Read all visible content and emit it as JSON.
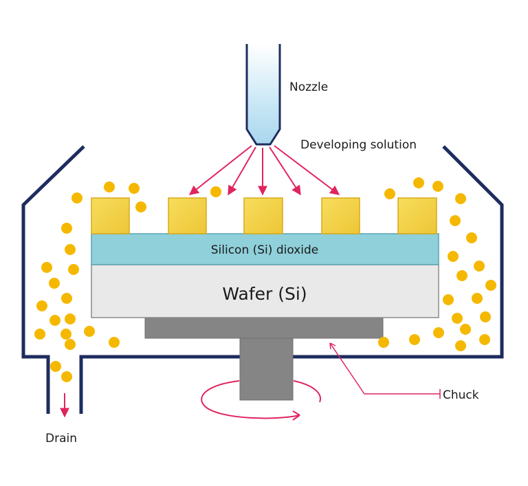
{
  "labels": {
    "nozzle": "Nozzle",
    "developing_solution": "Developing solution",
    "silicon_dioxide": "Silicon (Si) dioxide",
    "wafer": "Wafer (Si)",
    "chuck": "Chuck",
    "drain": "Drain"
  },
  "colors": {
    "chamber": "#1e2c5e",
    "arrows": "#e0245e",
    "droplets": "#f5b800",
    "resist": "#f2d34a",
    "oxide": "#8fd0da",
    "wafer": "#e9e9e9",
    "chuck": "#858585",
    "nozzle": "#b3dbef"
  }
}
